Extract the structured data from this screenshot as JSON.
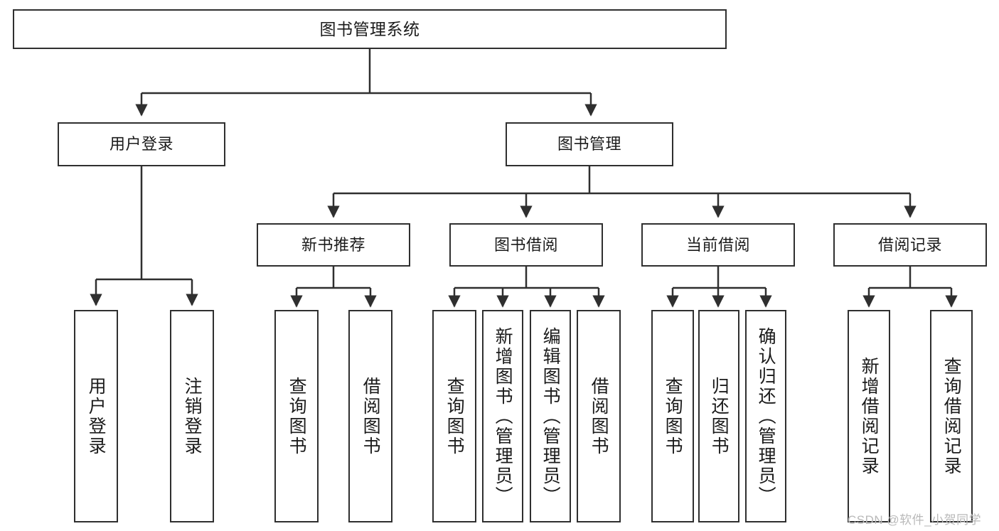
{
  "diagram": {
    "type": "tree",
    "title": "图书管理系统",
    "orientation": "top-down",
    "stroke_color": "#2f2f2f",
    "fill_color": "#ffffff",
    "text_color": "#1b1b1b"
  },
  "root": {
    "label": "图书管理系统"
  },
  "level2": [
    {
      "label": "用户登录"
    },
    {
      "label": "图书管理"
    }
  ],
  "level3": [
    {
      "label": "新书推荐"
    },
    {
      "label": "图书借阅"
    },
    {
      "label": "当前借阅"
    },
    {
      "label": "借阅记录"
    }
  ],
  "leaves": {
    "user_login": [
      {
        "label": "用户登录"
      },
      {
        "label": "注销登录"
      }
    ],
    "new_book": [
      {
        "label": "查询图书"
      },
      {
        "label": "借阅图书"
      }
    ],
    "book_borrow": [
      {
        "label": "查询图书"
      },
      {
        "label": "新增图书（管理员）"
      },
      {
        "label": "编辑图书（管理员）"
      },
      {
        "label": "借阅图书"
      }
    ],
    "current_borrow": [
      {
        "label": "查询图书"
      },
      {
        "label": "归还图书"
      },
      {
        "label": "确认归还（管理员）"
      }
    ],
    "borrow_record": [
      {
        "label": "新增借阅记录"
      },
      {
        "label": "查询借阅记录"
      }
    ]
  },
  "watermark": {
    "text": "CSDN @软件_小贺同学",
    "color": "#b9b9b9"
  }
}
